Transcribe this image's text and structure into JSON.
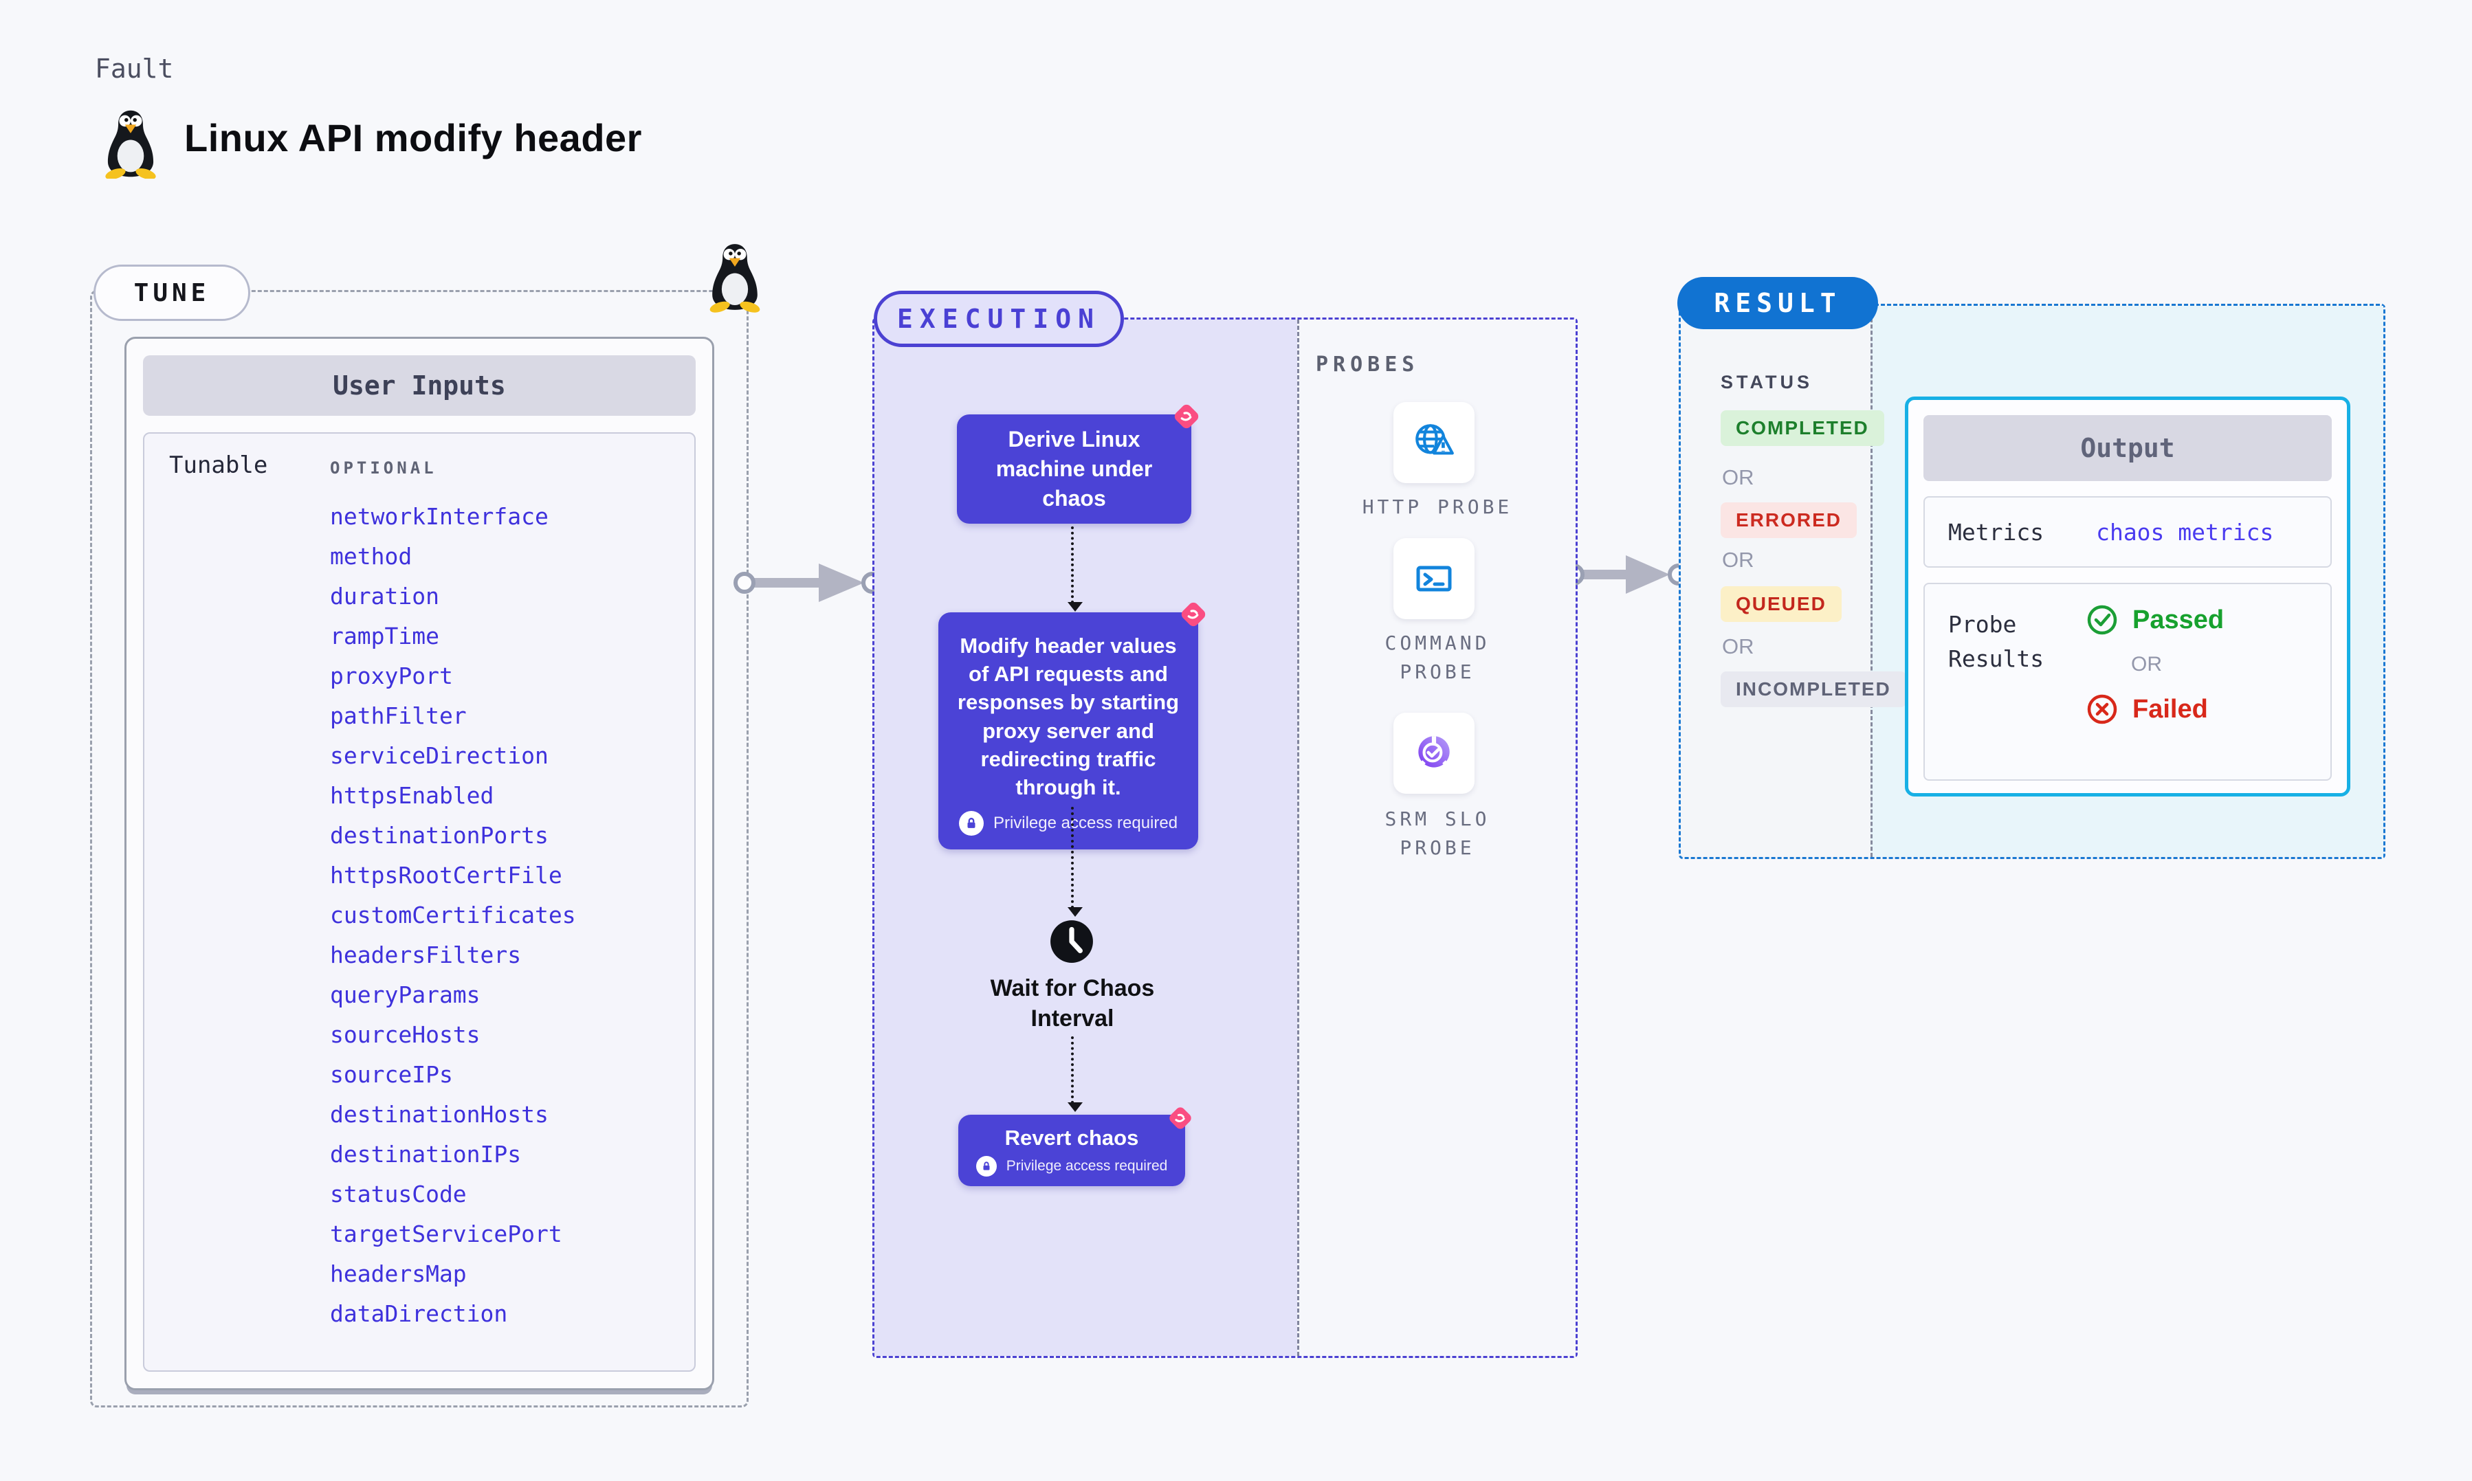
{
  "header": {
    "eyebrow": "Fault",
    "title": "Linux API modify header"
  },
  "tune": {
    "badge": "TUNE",
    "card_title": "User Inputs",
    "row_label": "Tunable",
    "optional_label": "OPTIONAL",
    "params": [
      "networkInterface",
      "method",
      "duration",
      "rampTime",
      "proxyPort",
      "pathFilter",
      "serviceDirection",
      "httpsEnabled",
      "destinationPorts",
      "httpsRootCertFile",
      "customCertificates",
      "headersFilters",
      "queryParams",
      "sourceHosts",
      "sourceIPs",
      "destinationHosts",
      "destinationIPs",
      "statusCode",
      "targetServicePort",
      "headersMap",
      "dataDirection"
    ]
  },
  "execution": {
    "badge": "EXECUTION",
    "step1": "Derive Linux machine under chaos",
    "step2": "Modify header values of API requests and responses by starting proxy server and redirecting traffic through it.",
    "step3": "Wait for Chaos Interval",
    "step4": "Revert chaos",
    "privilege_note": "Privilege access required"
  },
  "probes": {
    "section_label": "PROBES",
    "items": [
      {
        "label": "HTTP PROBE",
        "icon": "globe-warning-icon"
      },
      {
        "label": "COMMAND PROBE",
        "icon": "terminal-icon"
      },
      {
        "label": "SRM SLO PROBE",
        "icon": "slo-donut-check-icon"
      }
    ]
  },
  "result": {
    "badge": "RESULT",
    "status_label": "STATUS",
    "or_label": "OR",
    "statuses": [
      {
        "label": "COMPLETED",
        "bg": "#daf2da",
        "color": "#1d7f2c"
      },
      {
        "label": "ERRORED",
        "bg": "#fbe5e4",
        "color": "#cc2a20"
      },
      {
        "label": "QUEUED",
        "bg": "#fcf0c7",
        "color": "#c3271d"
      },
      {
        "label": "INCOMPLETED",
        "bg": "#e8e9f0",
        "color": "#5f6377"
      }
    ],
    "output": {
      "title": "Output",
      "metrics_label": "Metrics",
      "metrics_link": "chaos metrics",
      "probe_results_label": "Probe Results",
      "passed_label": "Passed",
      "failed_label": "Failed"
    }
  },
  "colors": {
    "page_bg": "#f7f8fb",
    "accent_indigo": "#4b41d2",
    "node_indigo": "#4b43d6",
    "execution_bg": "#e3e2f9",
    "chaos_pink": "#fa4d82",
    "result_blue": "#1173d2",
    "output_border_cyan": "#17b0e5",
    "output_bg_cyan": "#e8f5fa",
    "param_link_blue": "#3e31dc",
    "passed_green": "#17a12e",
    "failed_red": "#d8281a",
    "tux_yellow": "#f5c21f"
  }
}
